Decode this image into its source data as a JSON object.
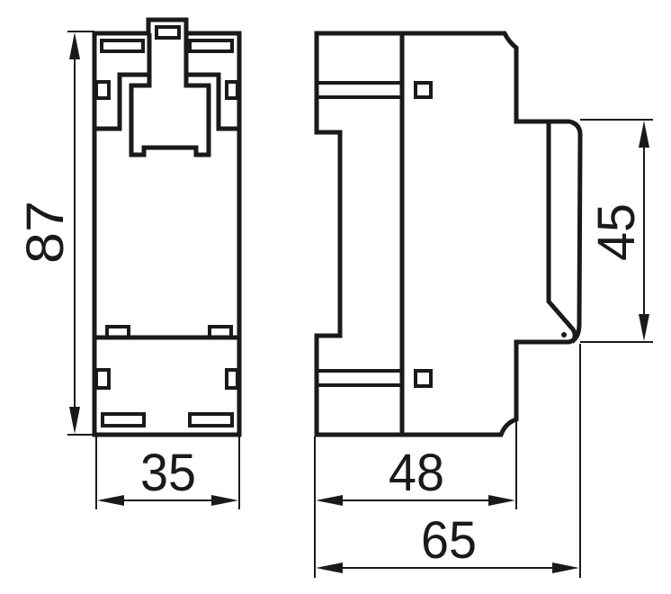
{
  "drawing": {
    "front_view": {
      "height_dimension": "87",
      "width_dimension": "35"
    },
    "side_view": {
      "depth_dimension": "48",
      "total_depth_dimension": "65",
      "rail_dimension": "45"
    },
    "line_color": "#1a1a1a"
  }
}
